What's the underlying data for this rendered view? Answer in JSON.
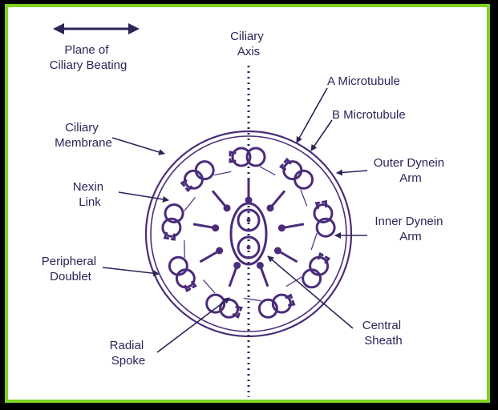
{
  "colors": {
    "frame": "#7ed321",
    "ink": "#4a2c7a",
    "text": "#2d2458",
    "background": "#ffffff",
    "outer": "#000000"
  },
  "labels": {
    "plane": [
      "Plane of",
      "Ciliary Beating"
    ],
    "axis": [
      "Ciliary",
      "Axis"
    ],
    "a_microtubule": "A Microtubule",
    "b_microtubule": "B Microtubule",
    "membrane": [
      "Ciliary",
      "Membrane"
    ],
    "outer_dynein": [
      "Outer Dynein",
      "Arm"
    ],
    "nexin": [
      "Nexin",
      "Link"
    ],
    "inner_dynein": [
      "Inner Dynein",
      "Arm"
    ],
    "peripheral": [
      "Peripheral",
      "Doublet"
    ],
    "radial": [
      "Radial",
      "Spoke"
    ],
    "central": [
      "Central",
      "Sheath"
    ]
  }
}
